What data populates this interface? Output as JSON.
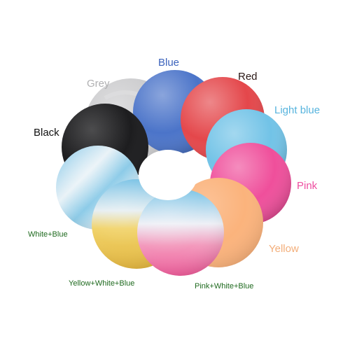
{
  "caps": [
    {
      "id": "grey",
      "label": "Grey",
      "color": "#c8c8ca",
      "label_color": "#b4b4b6"
    },
    {
      "id": "blue",
      "label": "Blue",
      "color": "#4a73c8",
      "label_color": "#3c63bc"
    },
    {
      "id": "red",
      "label": "Red",
      "color": "#e4474b",
      "label_color": "#2a1816"
    },
    {
      "id": "light-blue",
      "label": "Light blue",
      "color": "#6fc1e6",
      "label_color": "#5ab6df"
    },
    {
      "id": "black",
      "label": "Black",
      "color": "#1c1c1e",
      "label_color": "#111111"
    },
    {
      "id": "pink",
      "label": "Pink",
      "color": "#f0529c",
      "label_color": "#ee4ea0"
    },
    {
      "id": "white-blue",
      "label": "White+Blue",
      "color": "#8cc9e6",
      "label_color": "#1f6a1f"
    },
    {
      "id": "yellow",
      "label": "Yellow",
      "color": "#fbb57e",
      "label_color": "#f3ae7a"
    },
    {
      "id": "yellow-white-blue",
      "label": "Yellow+White+Blue",
      "color": "#e8c24e",
      "label_color": "#1f6a1f"
    },
    {
      "id": "pink-white-blue",
      "label": "Pink+White+Blue",
      "color": "#f07ea8",
      "label_color": "#1f6a1f"
    }
  ]
}
